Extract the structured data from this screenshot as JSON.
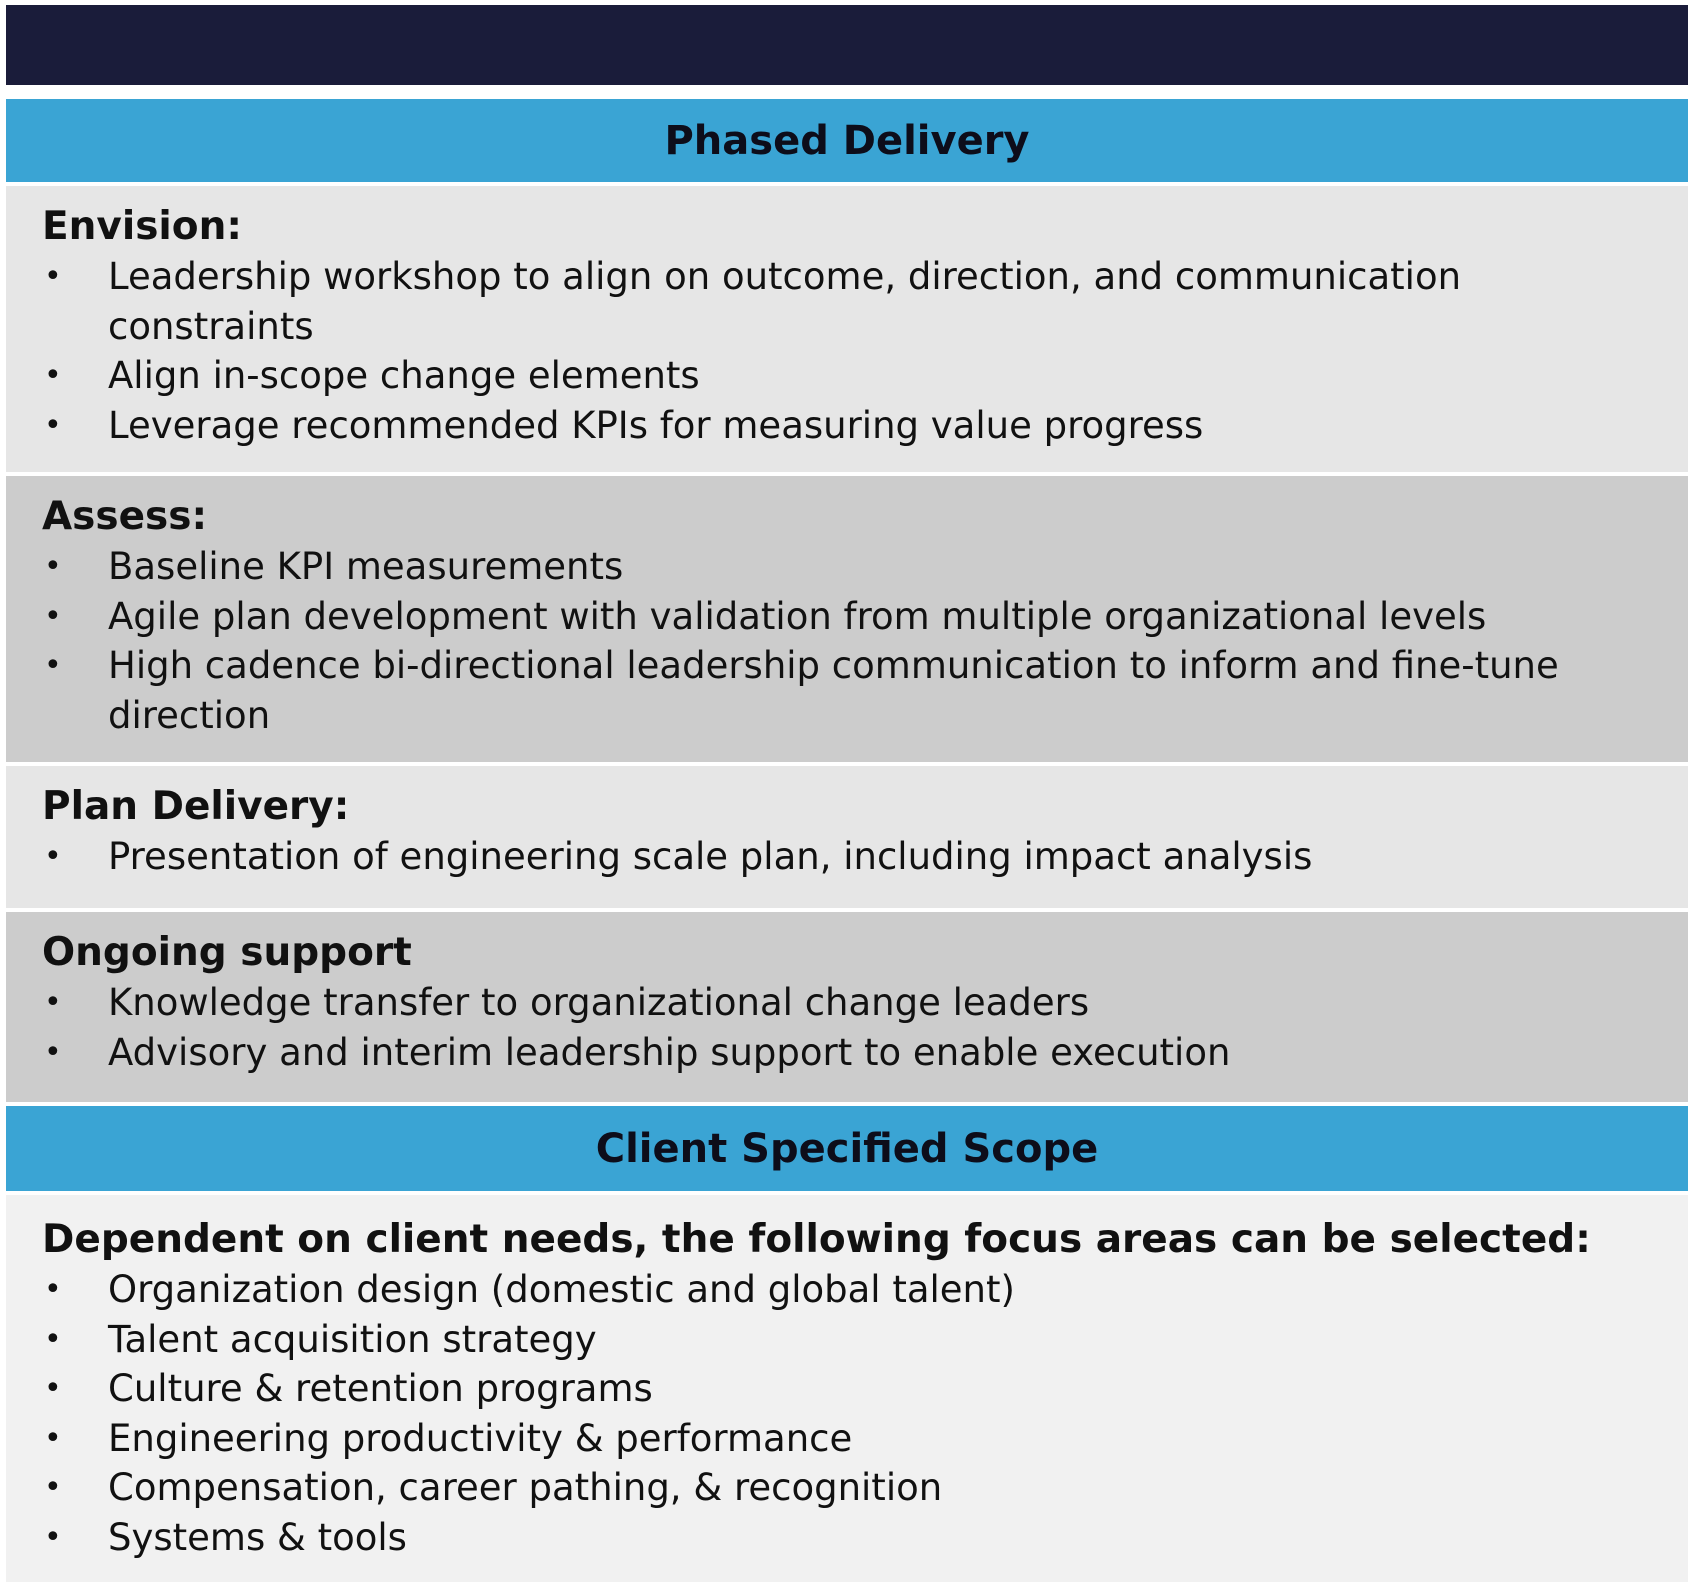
{
  "sections": {
    "phased_delivery": {
      "header": "Phased Delivery",
      "phases": [
        {
          "title": "Envision:",
          "items": [
            "Leadership workshop to align on outcome, direction, and communication constraints",
            "Align in-scope change elements",
            "Leverage recommended KPIs for measuring value progress"
          ]
        },
        {
          "title": "Assess:",
          "items": [
            "Baseline KPI measurements",
            "Agile plan development with validation from multiple organizational levels",
            "High cadence bi-directional leadership communication to inform and fine-tune direction"
          ]
        },
        {
          "title": "Plan Delivery:",
          "items": [
            "Presentation of engineering scale plan, including impact analysis"
          ]
        },
        {
          "title": "Ongoing support",
          "items": [
            "Knowledge transfer to organizational change leaders",
            "Advisory and interim leadership support to enable execution"
          ]
        }
      ]
    },
    "client_scope": {
      "header": "Client Specified Scope",
      "title": "Dependent on client needs, the following focus areas can be selected:",
      "items": [
        "Organization design (domestic and global talent)",
        "Talent acquisition strategy",
        "Culture & retention programs",
        "Engineering productivity & performance",
        "Compensation, career pathing, & recognition",
        "Systems & tools"
      ]
    }
  },
  "bullet_glyph": "•",
  "colors": {
    "top_bar": "#1a1c3a",
    "section_header": "#3aa4d4",
    "panel_light": "#e6e6e6",
    "panel_dark": "#cccccc",
    "panel_client": "#f1f1f1"
  }
}
